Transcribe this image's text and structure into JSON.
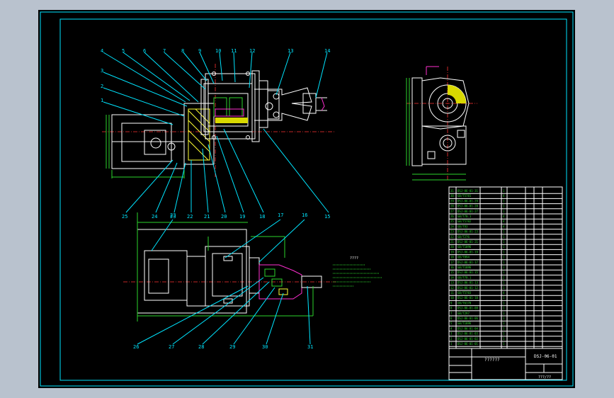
{
  "drawing": {
    "title_block_code": "DSJ-06-01",
    "title_block_name": "??????",
    "title_block_sub": "???/??",
    "note_title": "????",
    "colors": {
      "frame": "#00e5ff",
      "line": "#ffffff",
      "green": "#2bd52b",
      "magenta": "#ff2fd1",
      "yellow": "#ffff33",
      "center": "#ff3333",
      "paper": "#000000"
    }
  },
  "callouts_top": [
    "4",
    "5",
    "6",
    "7",
    "8",
    "9",
    "10",
    "11",
    "12",
    "13",
    "14"
  ],
  "callouts_left": [
    "3",
    "2",
    "1"
  ],
  "callouts_bottom_row1": [
    "25",
    "24",
    "23",
    "22",
    "21",
    "20",
    "19",
    "18",
    "15"
  ],
  "callouts_mid": [
    "23",
    "17",
    "16"
  ],
  "callouts_bottom_row2": [
    "26",
    "27",
    "28",
    "29",
    "30",
    "31"
  ],
  "parts_list": {
    "rows": [
      {
        "no": "31",
        "code": "DSJ-06-01-31",
        "qty": "1"
      },
      {
        "no": "30",
        "code": "GB/T5781",
        "qty": "4"
      },
      {
        "no": "29",
        "code": "DSJ-06-01-29",
        "qty": "1"
      },
      {
        "no": "28",
        "code": "DSJ-06-01-28",
        "qty": "1"
      },
      {
        "no": "27",
        "code": "DSJ-06-01-27",
        "qty": "1"
      },
      {
        "no": "26",
        "code": "GB/T70.1",
        "qty": "4"
      },
      {
        "no": "25",
        "code": "GB/T5782",
        "qty": "4"
      },
      {
        "no": "24",
        "code": "GB/T93",
        "qty": "4"
      },
      {
        "no": "23",
        "code": "DSJ-06-01-23",
        "qty": "1"
      },
      {
        "no": "22",
        "code": "GB/T276",
        "qty": "1"
      },
      {
        "no": "21",
        "code": "DSJ-06-01-21",
        "qty": "1"
      },
      {
        "no": "20",
        "code": "GB/T1096",
        "qty": "1"
      },
      {
        "no": "19",
        "code": "DSJ-06-01-19",
        "qty": "1"
      },
      {
        "no": "18",
        "code": "GB/T894",
        "qty": "1"
      },
      {
        "no": "17",
        "code": "DSJ-06-01-17",
        "qty": "1"
      },
      {
        "no": "16",
        "code": "GB/T1096",
        "qty": "1"
      },
      {
        "no": "15",
        "code": "DSJ-06-01-15",
        "qty": "1"
      },
      {
        "no": "14",
        "code": "GB/T70.1",
        "qty": "2"
      },
      {
        "no": "13",
        "code": "DSJ-06-01-13",
        "qty": "1"
      },
      {
        "no": "12",
        "code": "DSJ-06-01-12",
        "qty": "1"
      },
      {
        "no": "11",
        "code": "GB/T5783",
        "qty": "4"
      },
      {
        "no": "10",
        "code": "DSJ-06-01-10",
        "qty": "1"
      },
      {
        "no": "9",
        "code": "GB/T6170",
        "qty": "1"
      },
      {
        "no": "8",
        "code": "DSJ-06-01-08",
        "qty": "1"
      },
      {
        "no": "7",
        "code": "GB/T297",
        "qty": "1"
      },
      {
        "no": "6",
        "code": "DSJ-06-01-06",
        "qty": "1"
      },
      {
        "no": "5",
        "code": "GB/T1096",
        "qty": "1"
      },
      {
        "no": "4",
        "code": "DSJ-06-01-04",
        "qty": "1"
      },
      {
        "no": "3",
        "code": "DSJ-06-01-03",
        "qty": "1"
      },
      {
        "no": "2",
        "code": "DSJ-06-01-02",
        "qty": "1"
      },
      {
        "no": "1",
        "code": "DSJ-06-01-01",
        "qty": "1"
      }
    ]
  }
}
